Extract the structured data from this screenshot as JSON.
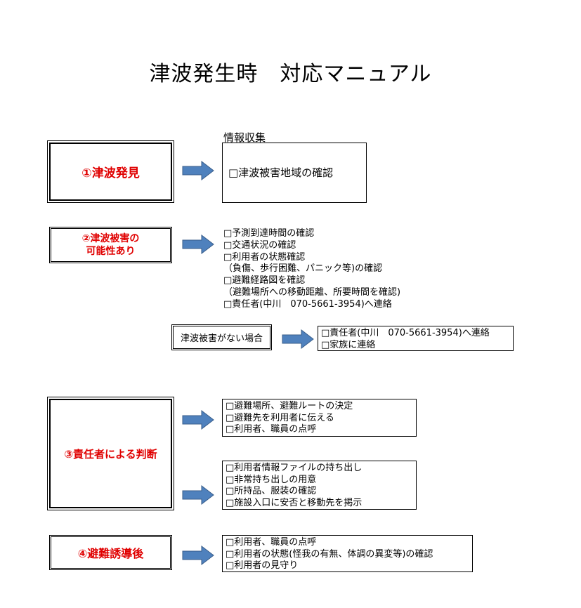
{
  "title": "津波発生時　対応マニュアル",
  "info_label": "情報収集",
  "steps": {
    "s1": {
      "label": "①津波発見",
      "items": [
        "□津波被害地域の確認"
      ]
    },
    "s2": {
      "label_line1": "②津波被害の",
      "label_line2": "可能性あり",
      "items": [
        "□予測到達時間の確認",
        "□交通状況の確認",
        "□利用者の状態確認",
        "（負傷、歩行困難、パニック等)の確認",
        "□避難経路図を確認",
        "（避難場所への移動距離、所要時間を確認)",
        "□責任者(中川　070-5661-3954)へ連絡"
      ]
    },
    "no_damage": {
      "label": "津波被害がない場合",
      "items": [
        "□責任者(中川　070-5661-3954)へ連絡",
        "□家族に連絡"
      ]
    },
    "s3": {
      "label": "③責任者による判断",
      "group_a": [
        "□避難場所、避難ルートの決定",
        "□避難先を利用者に伝える",
        "□利用者、職員の点呼"
      ],
      "group_b": [
        "□利用者情報ファイルの持ち出し",
        "□非常持ち出しの用意",
        "□所持品、服装の確認",
        "□施設入口に安否と移動先を掲示"
      ]
    },
    "s4": {
      "label": "④避難誘導後",
      "items": [
        "□利用者、職員の点呼",
        "□利用者の状態(怪我の有無、体調の異変等)の確認",
        "□利用者の見守り"
      ]
    }
  },
  "colors": {
    "stage_text": "#e00000",
    "arrow_fill": "#4f81bd",
    "arrow_stroke": "#385d8a"
  }
}
